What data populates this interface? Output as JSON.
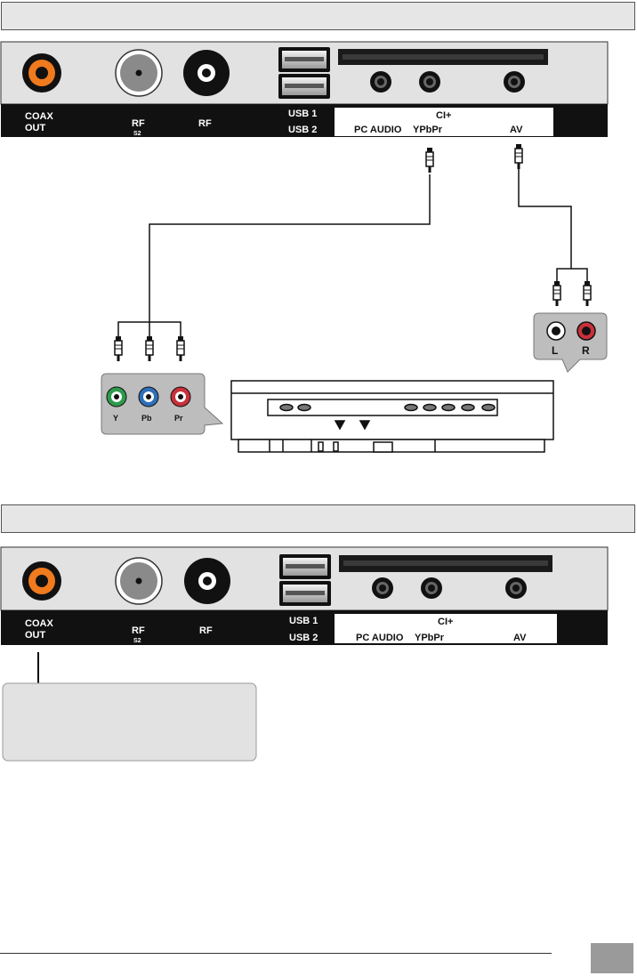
{
  "diagram1": {
    "header_title": "",
    "labels": {
      "coax": [
        "COAX",
        "OUT"
      ],
      "rf1": "RF",
      "rf1_sub": "S2",
      "rf2": "RF",
      "usb1": "USB 1",
      "usb2": "USB 2",
      "ci": "CI+",
      "pc_audio": "PC AUDIO",
      "ypbpr": "YPbPr",
      "av": "AV"
    },
    "component_labels": [
      "Y",
      "Pb",
      "Pr"
    ],
    "audio_labels": [
      "L",
      "R"
    ]
  },
  "diagram2": {
    "header_title": "",
    "labels": {
      "coax": [
        "COAX",
        "OUT"
      ],
      "rf1": "RF",
      "rf1_sub": "S2",
      "rf2": "RF",
      "usb1": "USB 1",
      "usb2": "USB 2",
      "ci": "CI+",
      "pc_audio": "PC AUDIO",
      "ypbpr": "YPbPr",
      "av": "AV"
    },
    "callout_text": ""
  },
  "page_number": "",
  "colors": {
    "panel": "#e2e2e2",
    "label_band": "#111111",
    "coax_orange": "#f07a1e",
    "y_green": "#2e9a4c",
    "pb_blue": "#2f6fb8",
    "pr_red": "#c9303a",
    "audio_red": "#c9303a"
  }
}
